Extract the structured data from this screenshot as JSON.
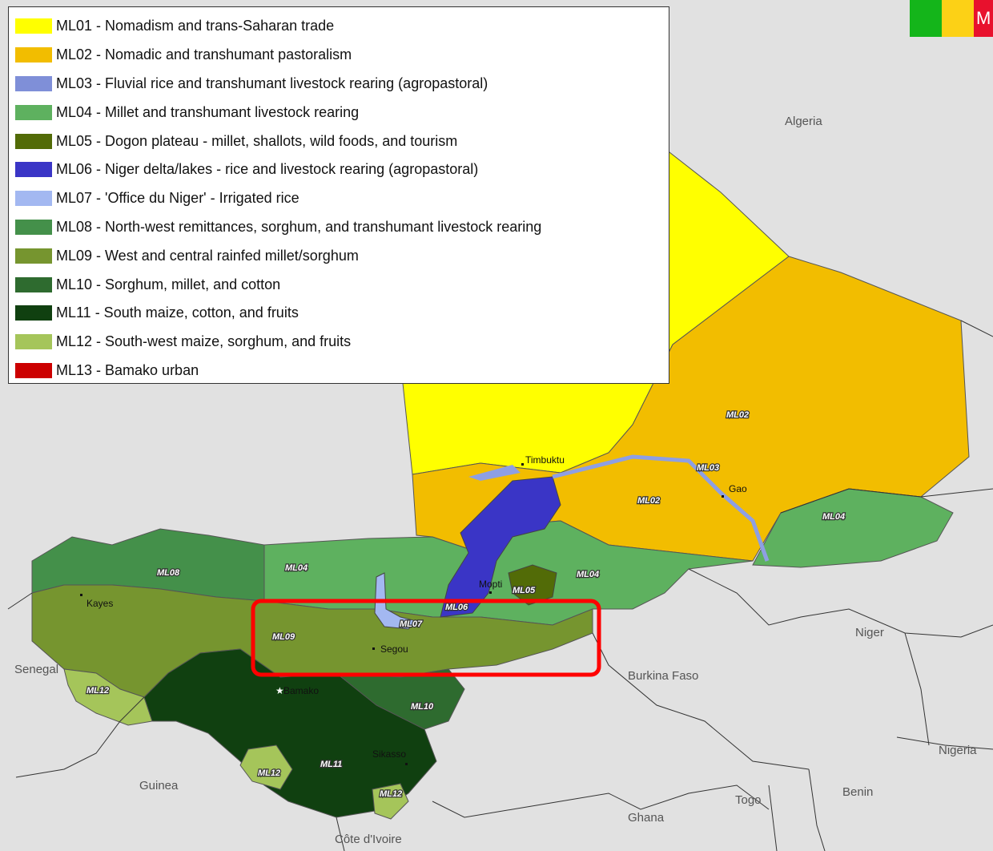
{
  "legend": {
    "items": [
      {
        "code": "ML01",
        "label": "ML01 - Nomadism and trans-Saharan trade",
        "color": "#ffff00"
      },
      {
        "code": "ML02",
        "label": "ML02 - Nomadic and transhumant pastoralism",
        "color": "#f2bd00"
      },
      {
        "code": "ML03",
        "label": "ML03 - Fluvial rice and transhumant livestock rearing (agropastoral)",
        "color": "#7f8fd8"
      },
      {
        "code": "ML04",
        "label": "ML04 - Millet and transhumant livestock rearing",
        "color": "#5eb15f"
      },
      {
        "code": "ML05",
        "label": "ML05 - Dogon plateau - millet, shallots, wild foods, and tourism",
        "color": "#526b07"
      },
      {
        "code": "ML06",
        "label": "ML06 - Niger delta/lakes - rice and livestock rearing (agropastoral)",
        "color": "#3a35c6"
      },
      {
        "code": "ML07",
        "label": "ML07 - 'Office du Niger' - Irrigated rice",
        "color": "#a3b8f1"
      },
      {
        "code": "ML08",
        "label": "ML08 - North-west remittances, sorghum, and transhumant livestock rearing",
        "color": "#44904a"
      },
      {
        "code": "ML09",
        "label": "ML09 - West and central rainfed millet/sorghum",
        "color": "#76952f"
      },
      {
        "code": "ML10",
        "label": "ML10 - Sorghum, millet, and cotton",
        "color": "#2e6b2f"
      },
      {
        "code": "ML11",
        "label": "ML11 - South maize, cotton, and fruits",
        "color": "#104010"
      },
      {
        "code": "ML12",
        "label": "ML12 - South-west maize, sorghum, and fruits",
        "color": "#a5c55a"
      },
      {
        "code": "ML13",
        "label": "ML13 - Bamako urban",
        "color": "#cc0000"
      }
    ]
  },
  "countries": {
    "algeria": "Algeria",
    "niger": "Niger",
    "burkina_faso": "Burkina Faso",
    "senegal": "Senegal",
    "guinea": "Guinea",
    "cote_divoire": "Côte d'Ivoire",
    "ghana": "Ghana",
    "togo": "Togo",
    "benin": "Benin",
    "nigeria": "Nigeria"
  },
  "cities": {
    "timbuktu": "Timbuktu",
    "gao": "Gao",
    "mopti": "Mopti",
    "segou": "Segou",
    "kayes": "Kayes",
    "bamako": "Bamako",
    "sikasso": "Sikasso"
  },
  "zone_labels": {
    "ml02_east": "ML02",
    "ml02_center": "ML02",
    "ml03": "ML03",
    "ml04_east": "ML04",
    "ml04_center": "ML04",
    "ml04_west": "ML04",
    "ml05": "ML05",
    "ml06": "ML06",
    "ml07": "ML07",
    "ml08": "ML08",
    "ml09": "ML09",
    "ml10": "ML10",
    "ml11": "ML11",
    "ml12_west": "ML12",
    "ml12_south": "ML12",
    "ml12_southeast": "ML12"
  },
  "colors": {
    "background_land": "#e1e1e1",
    "border_country": "#333333",
    "river": "#8e9fe3",
    "highlight_box": "#ff0000"
  },
  "flag": {
    "text": "M",
    "colors": [
      "#14b51a",
      "#fcd116",
      "#e8112d"
    ]
  }
}
